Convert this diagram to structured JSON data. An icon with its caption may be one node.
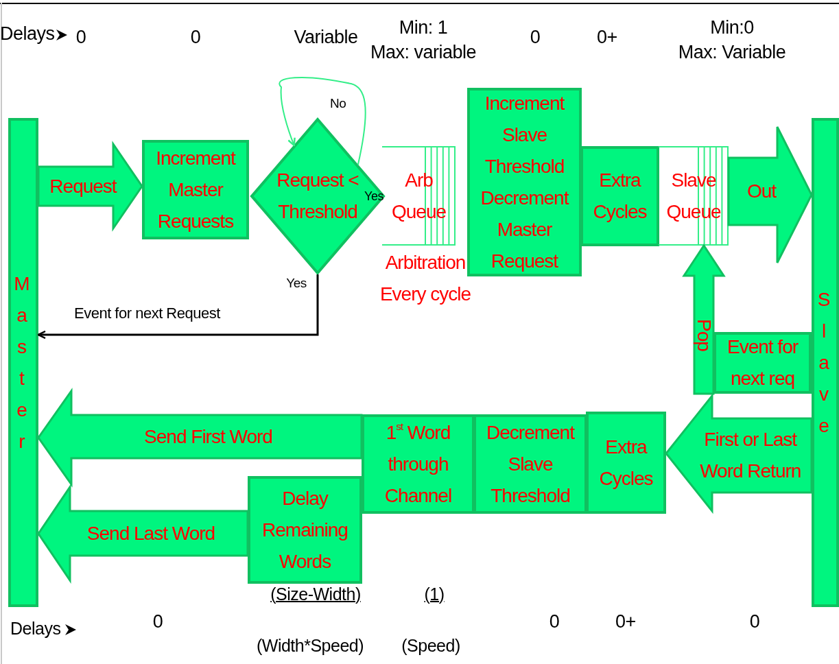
{
  "diagram": {
    "nodes": [
      {
        "text": [
          "Master"
        ]
      },
      {
        "text": [
          "Increment Master Requests"
        ]
      },
      {
        "text": [
          "Request < Threshold"
        ]
      },
      {
        "text": [
          "Arb Queue"
        ],
        "beside": [
          "Arbitration Every cycle"
        ]
      },
      {
        "text": [
          "Increment Slave Threshold Decrement Master Request"
        ]
      },
      {
        "text": [
          "Extra Cycles"
        ]
      },
      {
        "text": [
          "Slave Queue"
        ]
      },
      {
        "text": [
          "Slave"
        ]
      },
      {
        "text": [
          "Event for next req"
        ]
      },
      {
        "text": [
          "1$^{st}$ Word through Channel"
        ]
      },
      {
        "text": [
          "Decrement Slave Threshold"
        ]
      },
      {
        "text": [
          "Extra Cycles"
        ]
      },
      {
        "text": [
          "Delay Remaining Words"
        ]
      }
    ],
    "edges": [
      {
        "from": 0,
        "to": 1,
        "arrow": "to",
        "label": "Request",
        "style": "thick"
      },
      {
        "from": 2,
        "to": 0,
        "arrow": "to",
        "label": "Event for next Request",
        "color": "#000000"
      },
      {
        "from": 2,
        "to": 2,
        "arrow": "to",
        "label": "No",
        "color": "#33ee88"
      },
      {
        "from": 6,
        "to": 7,
        "arrow": "to",
        "label": "Out",
        "style": "thick"
      },
      {
        "from": 8,
        "to": 6,
        "arrow": "to",
        "label": "Pop",
        "style": "thick"
      },
      {
        "from": 7,
        "to": 11,
        "arrow": "to",
        "label": "First or Last Word Return",
        "style": "thick"
      },
      {
        "from": 9,
        "to": 0,
        "arrow": "to",
        "label": "Send First Word",
        "style": "thick"
      },
      {
        "from": 12,
        "to": 0,
        "arrow": "to",
        "label": "Send Last Word",
        "style": "thick"
      }
    ],
    "labels": [
      "Delays",
      "0",
      "0",
      "Variable",
      "Min: 1 Max: variable",
      "0",
      "0+",
      "Min:0 Max: Variable",
      "Yes",
      "Yes",
      "(Size-Width)",
      "(1)",
      "Delays",
      "0",
      "0",
      "0+",
      "0",
      "(Width*Speed)",
      "(Speed)"
    ]
  }
}
